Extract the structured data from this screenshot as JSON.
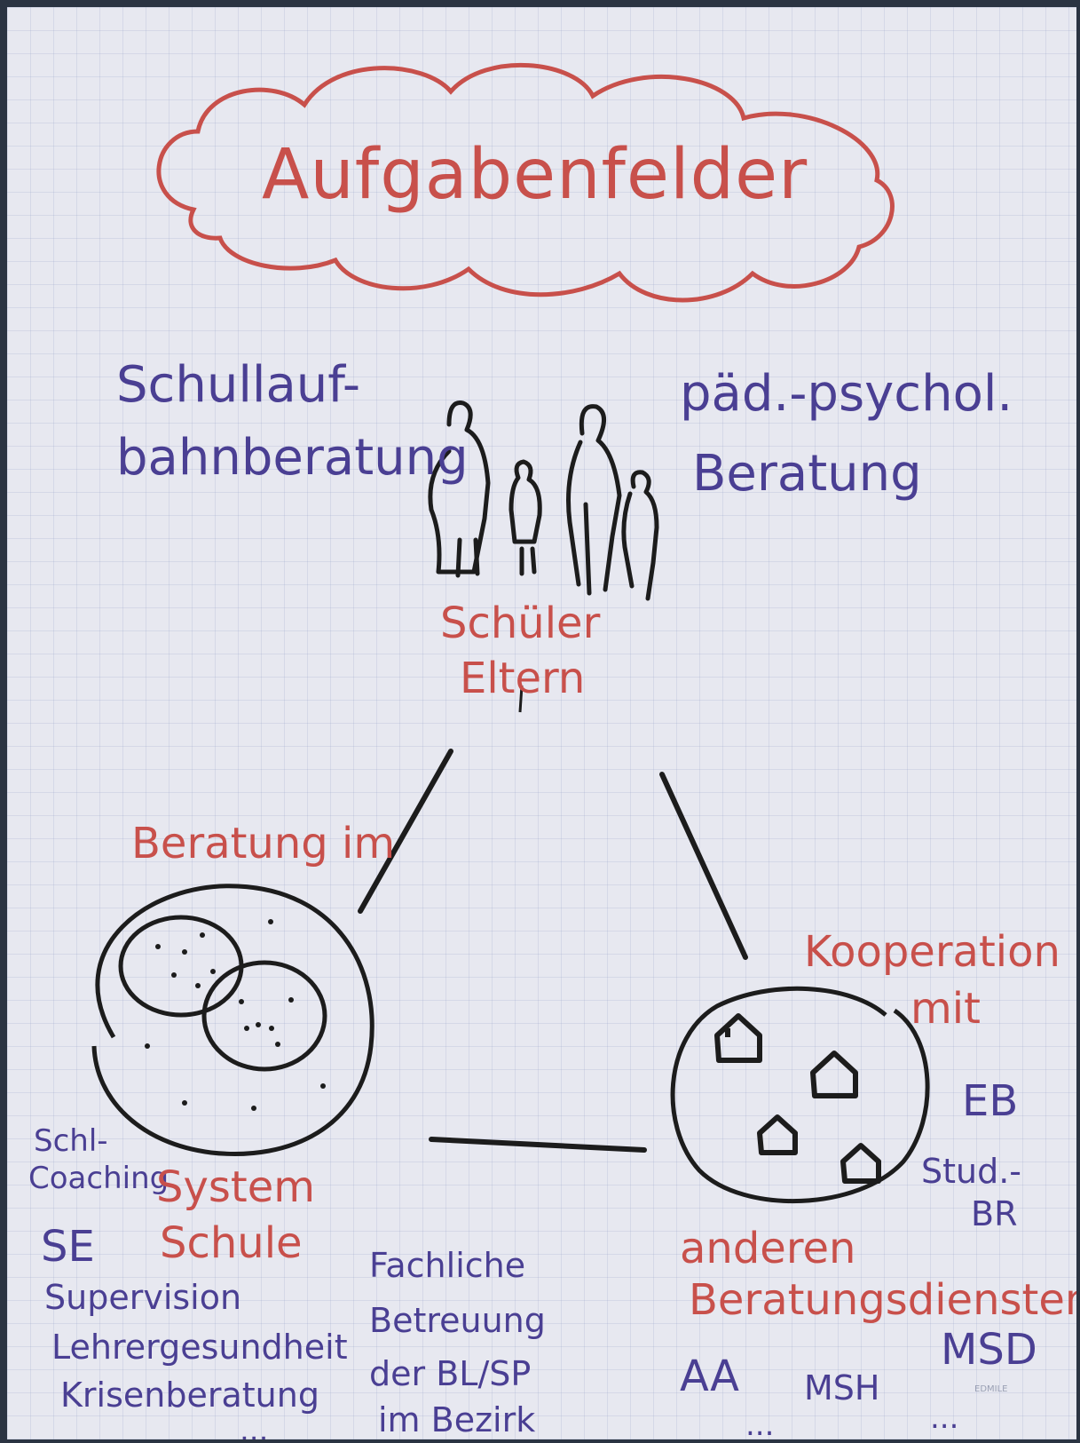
{
  "title": "Aufgabenfelder",
  "top_left": [
    "Schullauf-",
    "bahnberatung"
  ],
  "top_right": [
    "päd.-psychol.",
    "Beratung"
  ],
  "center_label": [
    "Schüler",
    "Eltern"
  ],
  "left_label": "Beratung im",
  "left_bottom": [
    "Schl-",
    "Coaching"
  ],
  "system_schule": [
    "System",
    "Schule"
  ],
  "left_list": [
    "SE",
    "Supervision",
    "Lehrergesundheit",
    "Krisenberatung",
    "..."
  ],
  "middle_list": [
    "Fachliche",
    "Betreuung",
    "der BL/SP",
    "im Bezirk"
  ],
  "right_top": [
    "Kooperation",
    "mit"
  ],
  "right_list": [
    "EB",
    "Stud.-",
    "BR"
  ],
  "right_label": [
    "anderen",
    "Beratungsdiensten"
  ],
  "bottom_right": [
    "AA",
    "MSH",
    "MSD",
    "...",
    "..."
  ],
  "watermark": "EDMILE",
  "colors": {
    "red": "#c8504b",
    "blue": "#4a3f93",
    "black": "#1c1c1c",
    "paper": "#e7e8f0"
  }
}
